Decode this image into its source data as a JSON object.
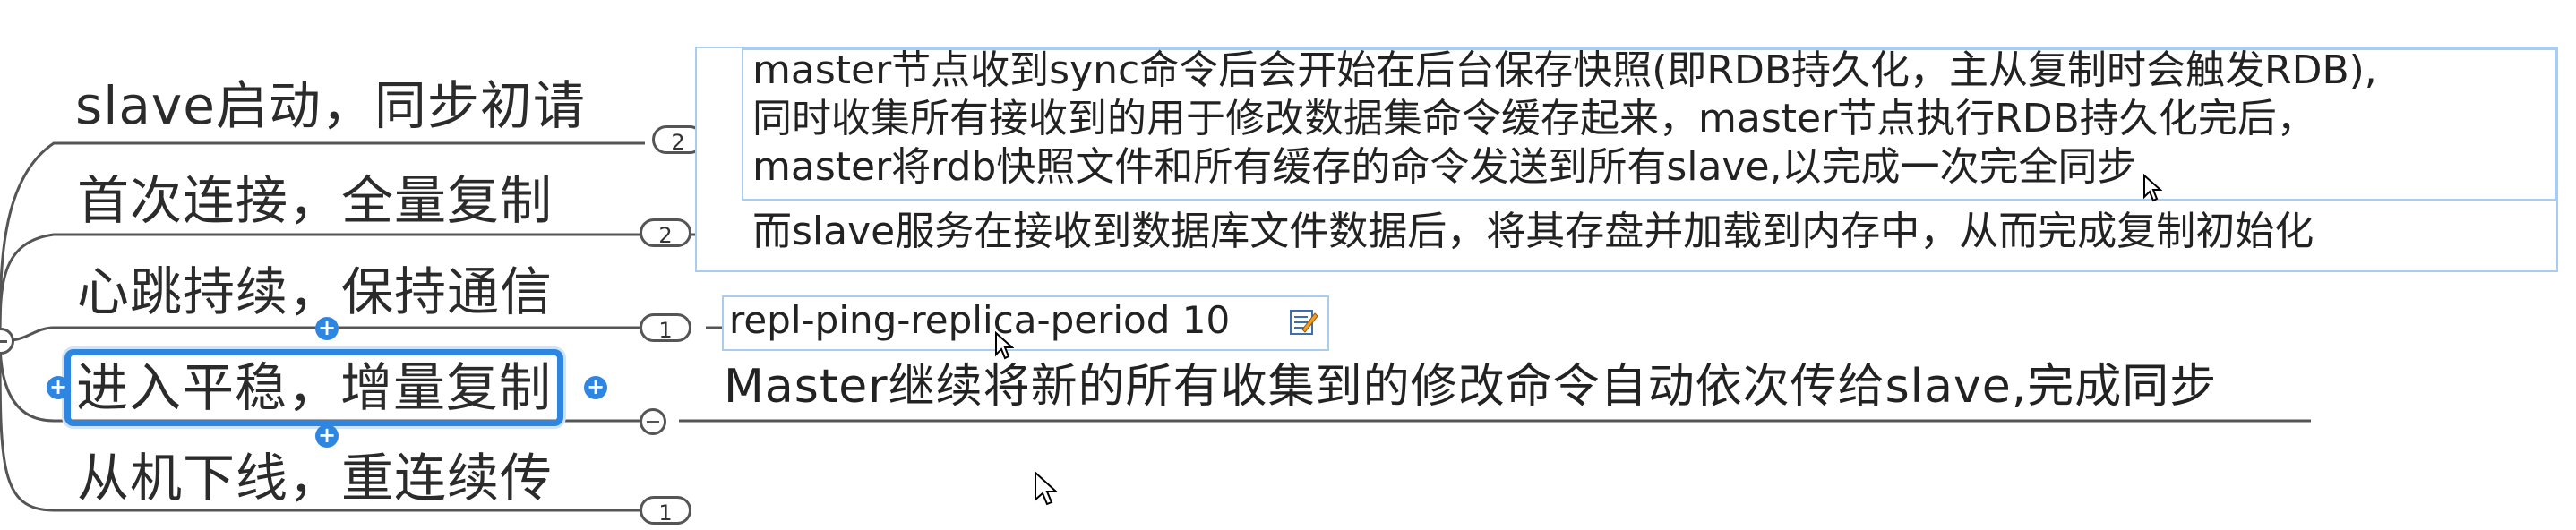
{
  "topics": [
    {
      "label": "slave启动，同步初请",
      "badge": "2"
    },
    {
      "label": "首次连接，全量复制",
      "badge": "2"
    },
    {
      "label": "心跳持续，保持通信",
      "badge": "1"
    },
    {
      "label": "进入平稳，增量复制",
      "badge": ""
    },
    {
      "label": "从机下线，重连续传",
      "badge": "1"
    }
  ],
  "full_sync_notes": {
    "line1": "master节点收到sync命令后会开始在后台保存快照(即RDB持久化，主从复制时会触发RDB),",
    "line2": "同时收集所有接收到的用于修改数据集命令缓存起来，master节点执行RDB持久化完后，",
    "line3": "master将rdb快照文件和所有缓存的命令发送到所有slave,以完成一次完全同步",
    "line4": "而slave服务在接收到数据库文件数据后，将其存盘并加载到内存中，从而完成复制初始化"
  },
  "heartbeat_sub": {
    "label": "repl-ping-replica-period 10",
    "icon": "edit-note-icon"
  },
  "incremental_sub": {
    "label": "Master继续将新的所有收集到的修改命令自动依次传给slave,完成同步"
  },
  "colors": {
    "selection": "#2f86e0",
    "note_border": "#a9cdf0",
    "line": "#555555"
  }
}
